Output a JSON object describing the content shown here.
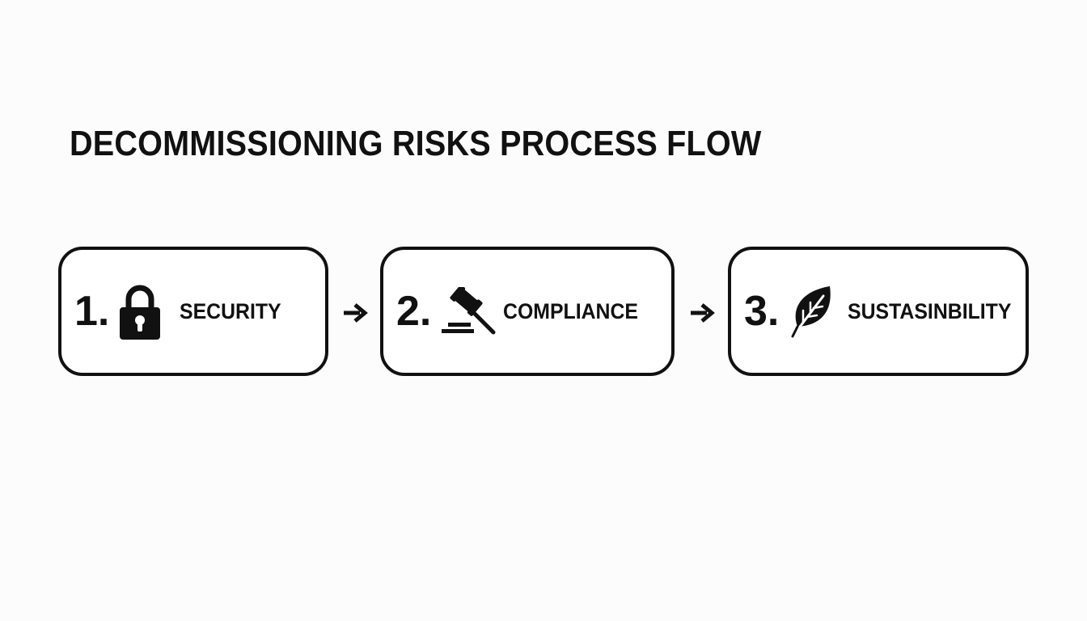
{
  "title": "DECOMMISSIONING RISKS PROCESS FLOW",
  "steps": [
    {
      "number": "1.",
      "label": "SECURITY",
      "icon": "lock-icon"
    },
    {
      "number": "2.",
      "label": "COMPLIANCE",
      "icon": "gavel-icon"
    },
    {
      "number": "3.",
      "label": "SUSTASINBILITY",
      "icon": "leaf-icon"
    }
  ],
  "connectors": [
    "arrow-right-icon",
    "arrow-right-icon"
  ],
  "colors": {
    "background": "#fcfcfc",
    "ink": "#111111",
    "box_fill": "#ffffff"
  }
}
